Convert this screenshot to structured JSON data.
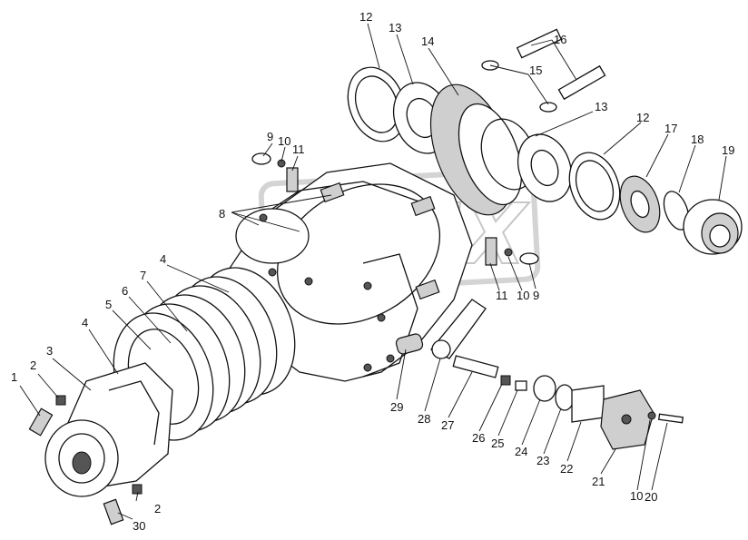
{
  "diagram": {
    "watermark": "OPEX",
    "callouts": [
      {
        "id": "c1",
        "text": "1"
      },
      {
        "id": "c2a",
        "text": "2"
      },
      {
        "id": "c3",
        "text": "3"
      },
      {
        "id": "c4a",
        "text": "4"
      },
      {
        "id": "c4b",
        "text": "4"
      },
      {
        "id": "c5",
        "text": "5"
      },
      {
        "id": "c6",
        "text": "6"
      },
      {
        "id": "c7",
        "text": "7"
      },
      {
        "id": "c8",
        "text": "8"
      },
      {
        "id": "c9a",
        "text": "9"
      },
      {
        "id": "c10a",
        "text": "10"
      },
      {
        "id": "c11a",
        "text": "11"
      },
      {
        "id": "c12a",
        "text": "12"
      },
      {
        "id": "c13a",
        "text": "13"
      },
      {
        "id": "c14",
        "text": "14"
      },
      {
        "id": "c15",
        "text": "15"
      },
      {
        "id": "c16",
        "text": "16"
      },
      {
        "id": "c13b",
        "text": "13"
      },
      {
        "id": "c12b",
        "text": "12"
      },
      {
        "id": "c17",
        "text": "17"
      },
      {
        "id": "c18",
        "text": "18"
      },
      {
        "id": "c19",
        "text": "19"
      },
      {
        "id": "c11b",
        "text": "11"
      },
      {
        "id": "c10b",
        "text": "10"
      },
      {
        "id": "c9b",
        "text": "9"
      },
      {
        "id": "c29",
        "text": "29"
      },
      {
        "id": "c28",
        "text": "28"
      },
      {
        "id": "c27",
        "text": "27"
      },
      {
        "id": "c26",
        "text": "26"
      },
      {
        "id": "c25",
        "text": "25"
      },
      {
        "id": "c24",
        "text": "24"
      },
      {
        "id": "c23",
        "text": "23"
      },
      {
        "id": "c22",
        "text": "22"
      },
      {
        "id": "c21",
        "text": "21"
      },
      {
        "id": "c10c",
        "text": "10"
      },
      {
        "id": "c20",
        "text": "20"
      },
      {
        "id": "c2b",
        "text": "2"
      },
      {
        "id": "c30",
        "text": "30"
      }
    ]
  }
}
